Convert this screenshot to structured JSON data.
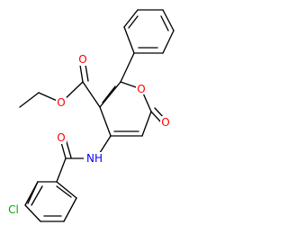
{
  "colors": {
    "bond": "#000000",
    "oxygen": "#ff0000",
    "nitrogen": "#0000ff",
    "chlorine": "#00aa00"
  },
  "labels": {
    "ring_oxygen": "O",
    "lactone_carbonyl_oxygen": "O",
    "ester_carbonyl_oxygen": "O",
    "ester_alkoxy_oxygen": "O",
    "amide_carbonyl_oxygen": "O",
    "amide_nitrogen": "NH",
    "chlorine": "Cl"
  }
}
